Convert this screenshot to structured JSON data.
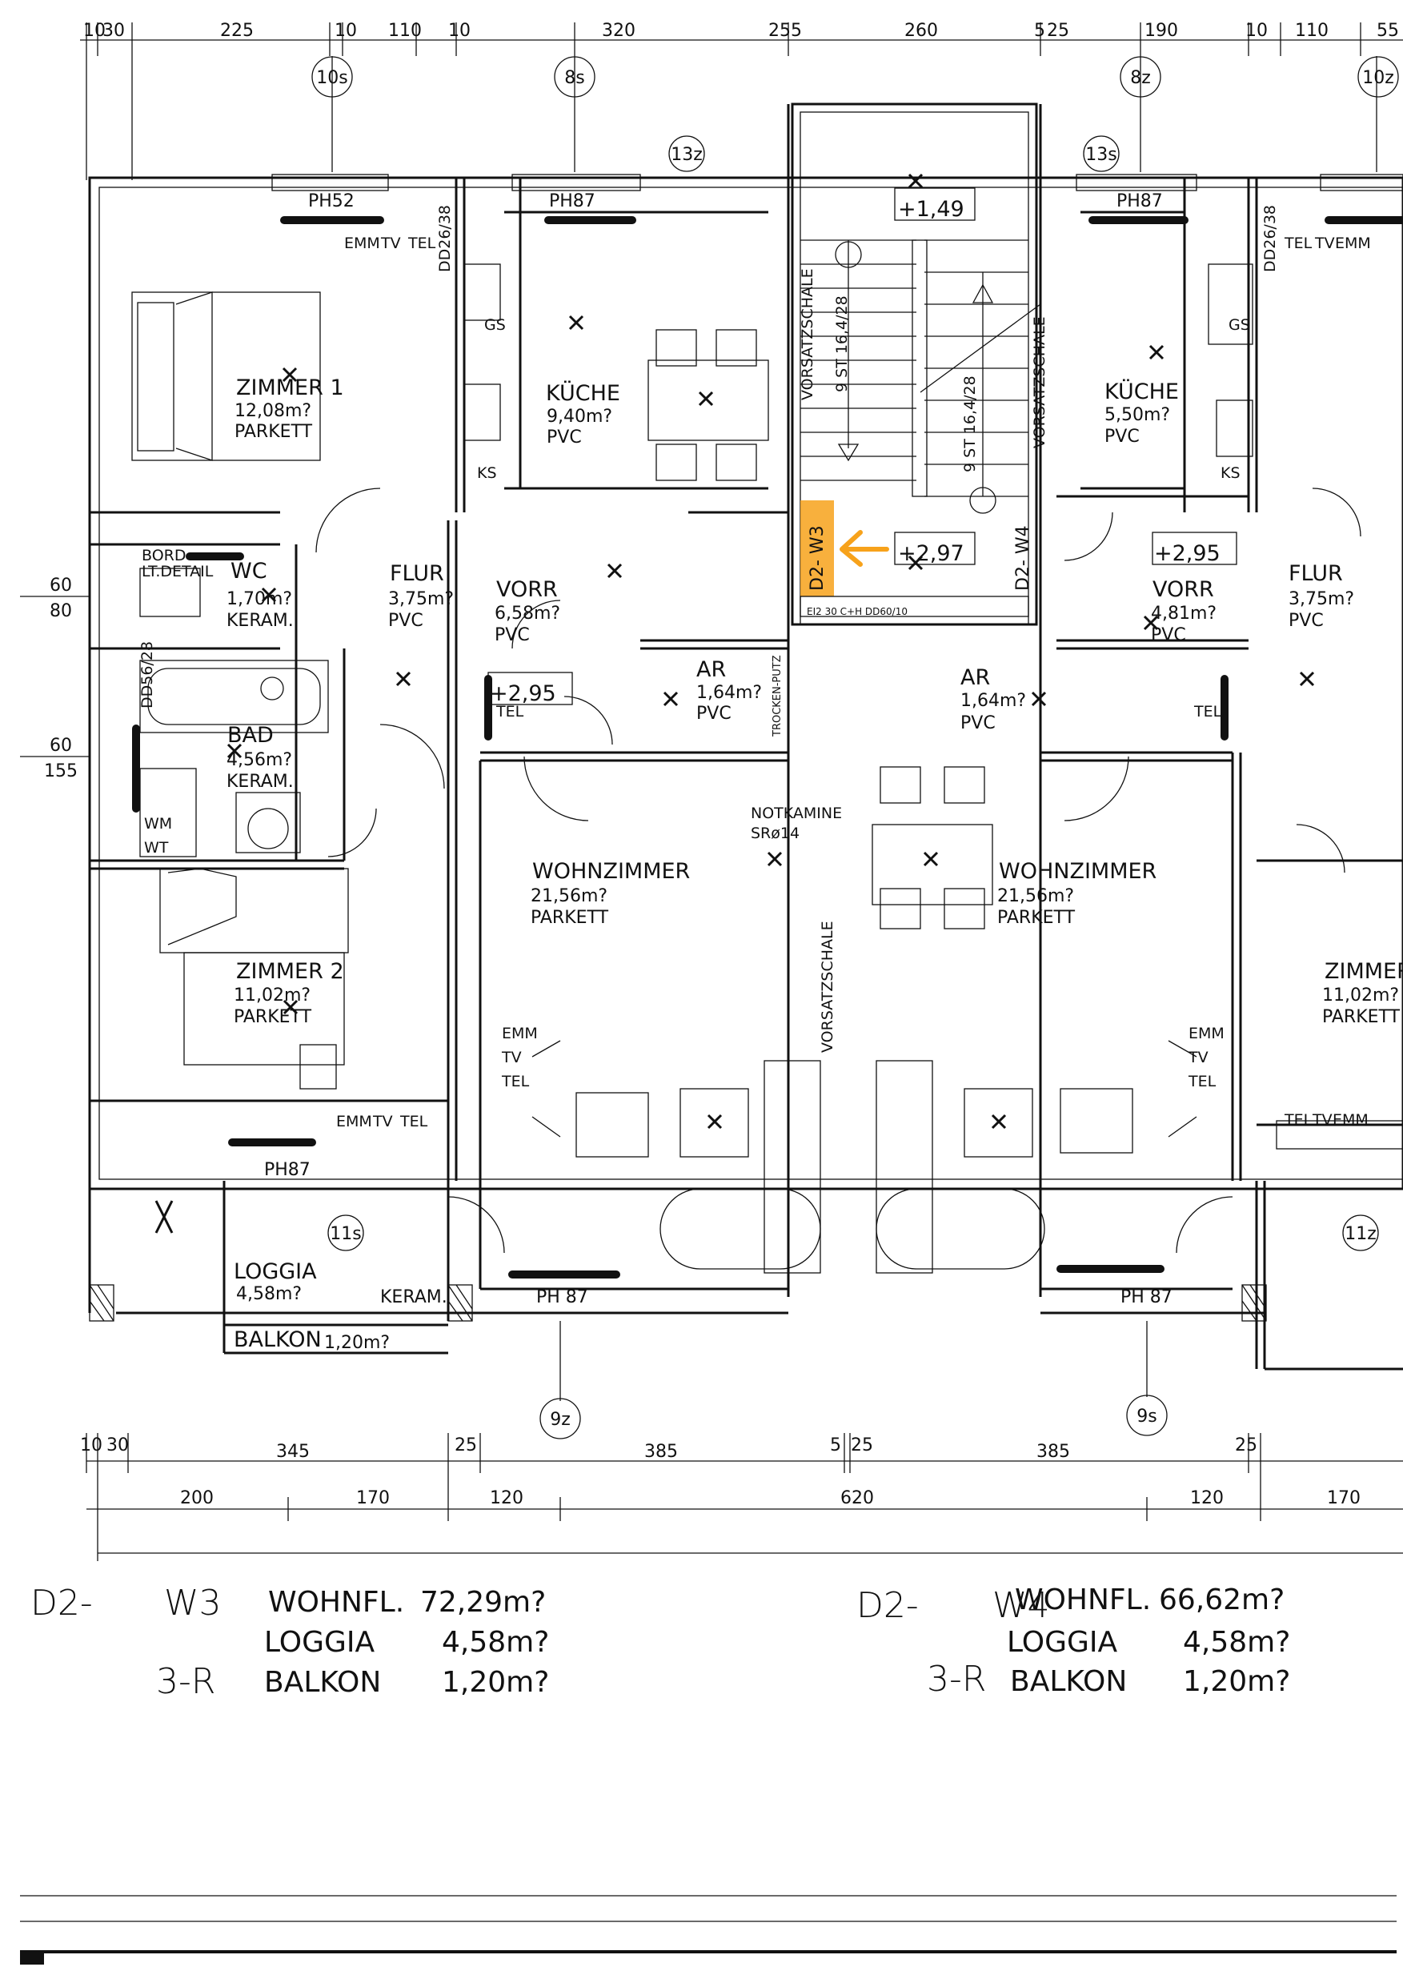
{
  "plan": {
    "top_dims": [
      "10",
      "30",
      "225",
      "10",
      "110",
      "10",
      "320",
      "255",
      "260",
      "5",
      "25",
      "190",
      "10",
      "110",
      "55"
    ],
    "axis_markers": {
      "top": [
        "10s",
        "8s",
        "13z",
        "13s",
        "8z",
        "10z"
      ],
      "bottom": [
        "11s",
        "9z",
        "9s",
        "11z"
      ]
    },
    "unit_labels": {
      "left": "D2- W3",
      "right": "D2- W4",
      "highlight": "D2- W3"
    },
    "rooms_left": [
      {
        "name": "ZIMMER 1",
        "area": "12,08m?",
        "floor": "PARKETT"
      },
      {
        "name": "KÜCHE",
        "area": "9,40m?",
        "floor": "PVC"
      },
      {
        "name": "WC",
        "area": "1,70m?",
        "floor": "KERAM."
      },
      {
        "name": "FLUR",
        "area": "3,75m?",
        "floor": "PVC"
      },
      {
        "name": "VORR",
        "area": "6,58m?",
        "floor": "PVC"
      },
      {
        "name": "AR",
        "area": "1,64m?",
        "floor": "PVC"
      },
      {
        "name": "BAD",
        "area": "4,56m?",
        "floor": "KERAM."
      },
      {
        "name": "WOHNZIMMER",
        "area": "21,56m?",
        "floor": "PARKETT"
      },
      {
        "name": "ZIMMER 2",
        "area": "11,02m?",
        "floor": "PARKETT"
      },
      {
        "name": "LOGGIA",
        "area": "4,58m?",
        "floor": ""
      }
    ],
    "rooms_right": [
      {
        "name": "KÜCHE",
        "area": "5,50m?",
        "floor": "PVC"
      },
      {
        "name": "VORR",
        "area": "4,81m?",
        "floor": "PVC"
      },
      {
        "name": "AR",
        "area": "1,64m?",
        "floor": "PVC"
      },
      {
        "name": "WOHNZIMMER",
        "area": "21,56m?",
        "floor": "PARKETT"
      },
      {
        "name": "FLUR",
        "area": "3,75m?",
        "floor": "PVC"
      },
      {
        "name": "ZIMMER",
        "area": "11,02m?",
        "floor": "PARKETT"
      }
    ],
    "stair": {
      "label1": "9 ST 16,4/28",
      "label2": "9 ST 16,4/28",
      "vorsatz": "VORSATZSCHALE",
      "level_top": "+1,49",
      "level_landing": "+2,97",
      "level_left": "+2,95",
      "level_right": "+2,95",
      "door": "EI2 30 C+H DD60/10"
    },
    "misc": {
      "notkamine": "NOTKAMINE",
      "sr": "SRø14",
      "trocken": "TROCKEN-PUTZ",
      "balkon": "BALKON",
      "balkon_area": "1,20m?",
      "keram": "KERAM.",
      "ph52": "PH52",
      "ph87": "PH87",
      "ph87b": "PH 87",
      "bord": "BORD",
      "ltdetail": "LT.DETAIL",
      "emm": "EMM",
      "tv": "TV",
      "tel": "TEL",
      "ks": "KS",
      "gs": "GS",
      "wm": "WM",
      "wt": "WT",
      "dd": "DD26/38",
      "dd2": "DD56/28"
    },
    "bottom_dims_row1": [
      "10",
      "30",
      "345",
      "25",
      "385",
      "5",
      "25",
      "385",
      "25"
    ],
    "bottom_dims_row2": [
      "200",
      "170",
      "120",
      "620",
      "120",
      "170"
    ],
    "left_margin": [
      "60",
      "80",
      "60",
      "155"
    ]
  },
  "summary": {
    "left": {
      "unit": "D2-",
      "code": "W3",
      "rooms": "3-R",
      "wohnfl_label": "WOHNFL.",
      "wohnfl": "72,29m?",
      "loggia_label": "LOGGIA",
      "loggia": "4,58m?",
      "balkon_label": "BALKON",
      "balkon": "1,20m?"
    },
    "right": {
      "unit": "D2-",
      "code": "W4",
      "rooms": "3-R",
      "wohnfl_label": "WOHNFL.",
      "wohnfl": "66,62m?",
      "loggia_label": "LOGGIA",
      "loggia": "4,58m?",
      "balkon_label": "BALKON",
      "balkon": "1,20m?"
    }
  }
}
